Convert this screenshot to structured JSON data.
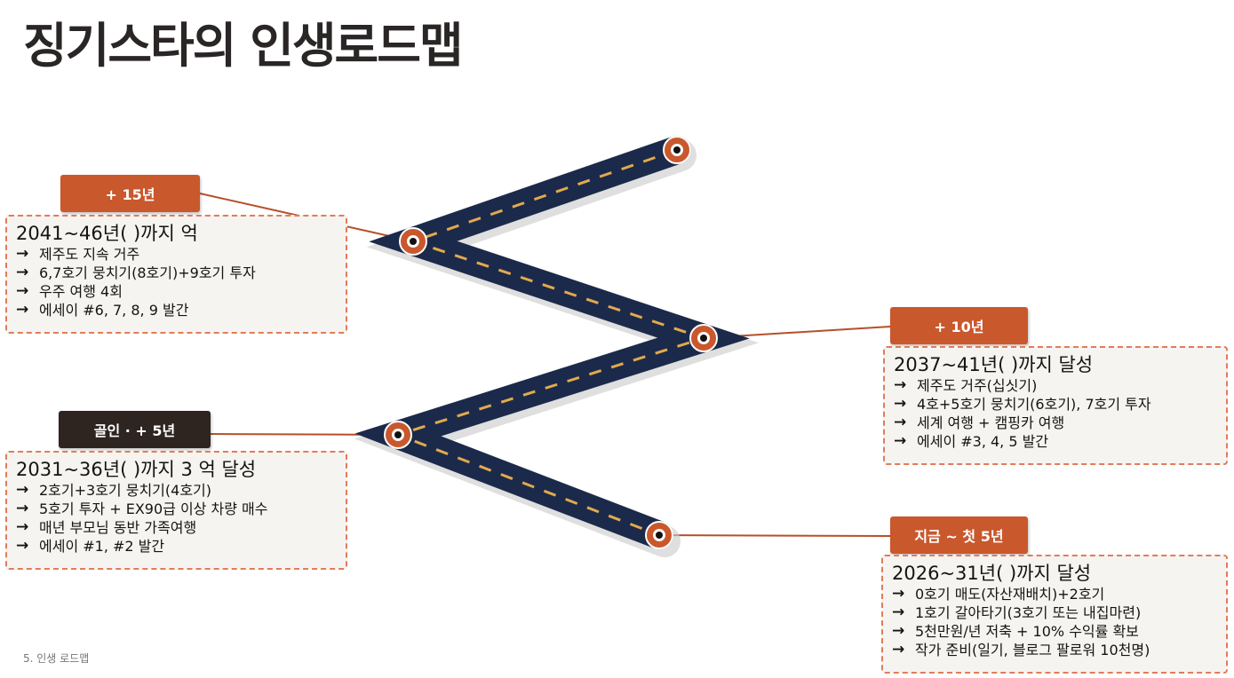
{
  "title": "징기스타의 인생로드맵",
  "footer": "5. 인생 로드맵",
  "colors": {
    "road": "#1b2a4a",
    "dash": "#e2a94e",
    "accent": "#c9582d",
    "dark_tag": "#2e2420",
    "card_border": "#e07c5a"
  },
  "stages": [
    {
      "tag": "+ 15년",
      "header": "2041~46년(        )까지         억",
      "items": [
        "제주도 지속 거주",
        "6,7호기 뭉치기(8호기)+9호기 투자",
        "우주 여행 4회",
        "에세이 #6, 7, 8, 9 발간"
      ]
    },
    {
      "tag": "+ 10년",
      "header": "2037~41년(         )까지            달성",
      "items": [
        "제주도 거주(십싯기)",
        "4호+5호기 뭉치기(6호기), 7호기 투자",
        "세계 여행 + 캠핑카 여행",
        "에세이 #3, 4, 5 발간"
      ]
    },
    {
      "tag": "골인 · + 5년",
      "header": "2031~36년(         )까지 3        억 달성",
      "items": [
        "2호기+3호기 뭉치기(4호기)",
        "5호기 투자 + EX90급 이상 차량 매수",
        "매년 부모님 동반 가족여행",
        "에세이 #1, #2 발간"
      ]
    },
    {
      "tag": "지금 ~ 첫 5년",
      "header": "2026~31년(         )까지            달성",
      "items": [
        "0호기 매도(자산재배치)+2호기",
        "1호기 갈아타기(3호기 또는 내집마련)",
        "5천만원/년 저축 + 10% 수익률 확보",
        "작가 준비(일기, 블로그 팔로워 10천명)"
      ]
    }
  ],
  "arrow_glyph": "→"
}
